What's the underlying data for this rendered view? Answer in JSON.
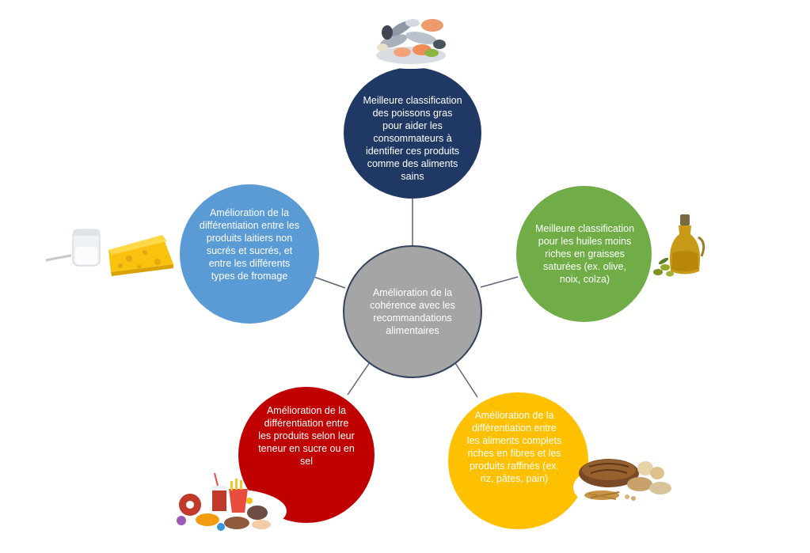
{
  "diagram": {
    "center": {
      "text": "Amélioration de la cohérence avec les recommandations alimentaires",
      "color": "#a5a5a5",
      "border_color": "#33435d"
    },
    "nodes": [
      {
        "id": "top",
        "text": "Meilleure classification des poissons gras pour aider les consommateurs à identifier ces produits comme des aliments sains",
        "color": "#203864",
        "icon": "seafood-platter-icon"
      },
      {
        "id": "left",
        "text": "Amélioration de la différentiation entre les produits laitiers non sucrés et sucrés, et entre les différents types de fromage",
        "color": "#5b9bd5",
        "icon": "yogurt-and-cheese-icon"
      },
      {
        "id": "right",
        "text": "Meilleure classification pour les huiles moins riches en graisses saturées (ex. olive, noix, colza)",
        "color": "#70ad47",
        "icon": "olive-oil-bottle-icon"
      },
      {
        "id": "bottom_left",
        "text": "Amélioration de la différentiation entre les produits selon leur teneur en sucre ou en sel",
        "color": "#c00000",
        "icon": "junk-food-icon"
      },
      {
        "id": "bottom_right",
        "text": "Amélioration de la différentiation entre les aliments complets riches en fibres et les produits raffinés (ex. riz, pâtes, pain)",
        "color": "#ffc000",
        "icon": "whole-grain-bread-icon"
      }
    ],
    "connector_color": "#5a6478"
  }
}
